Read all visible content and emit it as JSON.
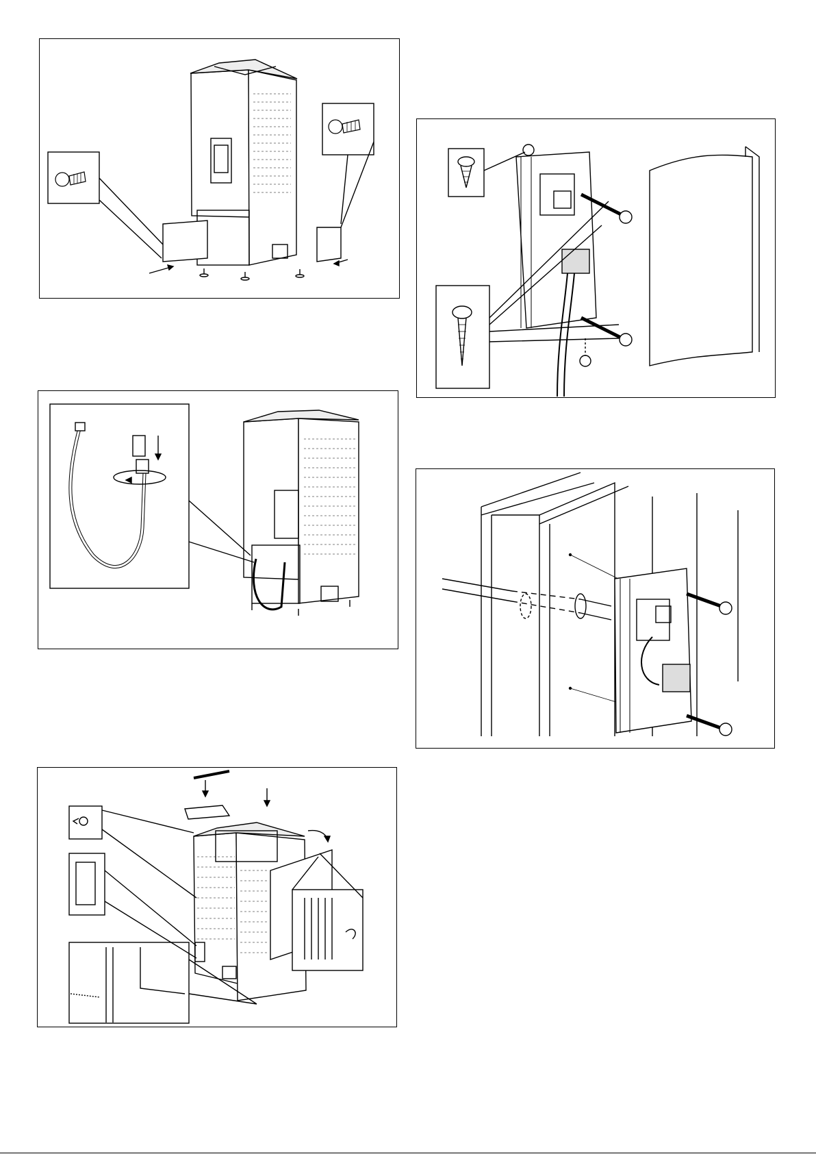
{
  "page": {
    "background": "#ffffff",
    "line_color": "#000000",
    "panels": [
      {
        "id": "fig-remove-side-panels",
        "callouts": [
          "screw-icon",
          "screw-icon"
        ],
        "arrows": 2
      },
      {
        "id": "fig-water-hose-connection",
        "callouts": [
          "hose-detail"
        ],
        "arrows": 2
      },
      {
        "id": "fig-reassemble-heater",
        "callouts": [
          "screw-icon",
          "side-plate-icon",
          "bottom-detail",
          "latch-detail"
        ],
        "arrows": 3
      },
      {
        "id": "fig-control-unit-mounting",
        "callouts": [
          "small-screw-icon",
          "long-screw-icon"
        ],
        "arrows": 0
      },
      {
        "id": "fig-control-unit-wall-install",
        "callouts": [],
        "arrows": 0
      }
    ]
  }
}
